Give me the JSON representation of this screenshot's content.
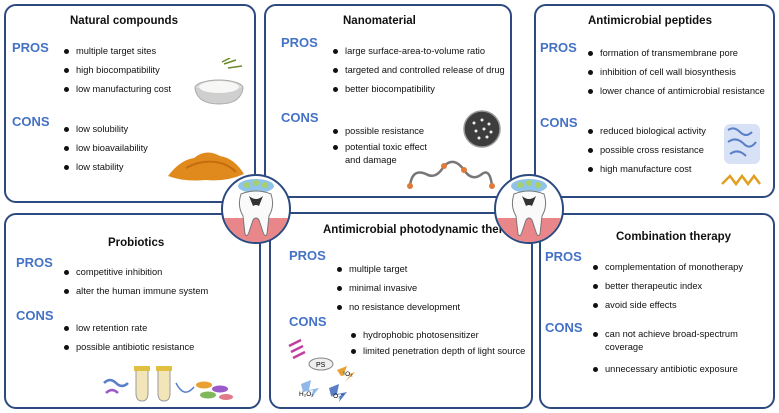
{
  "pros_label": "PROS",
  "cons_label": "CONS",
  "panels": {
    "natural": {
      "title": "Natural compounds",
      "pros": [
        "multiple target sites",
        "high biocompatibility",
        "low manufacturing cost"
      ],
      "cons": [
        "low solubility",
        "low bioavailability",
        "low stability"
      ]
    },
    "nano": {
      "title": "Nanomaterial",
      "pros": [
        "large surface-area-to-volume ratio",
        "targeted and controlled release of drug",
        "better biocompatibility"
      ],
      "cons": [
        "possible resistance",
        "potential toxic effect and damage"
      ]
    },
    "amp": {
      "title": "Antimicrobial peptides",
      "pros": [
        "formation of transmembrane pore",
        "inhibition of cell wall biosynthesis",
        "lower chance of antimicrobial resistance"
      ],
      "cons": [
        "reduced biological activity",
        "possible cross resistance",
        "high manufacture cost"
      ]
    },
    "probiotics": {
      "title": "Probiotics",
      "pros": [
        "competitive inhibition",
        "alter the human immune system"
      ],
      "cons": [
        "low retention rate",
        "possible antibiotic resistance"
      ]
    },
    "apdt": {
      "title": "Antimicrobial photodynamic therapy",
      "pros": [
        "multiple target",
        "minimal invasive",
        "no resistance development"
      ],
      "cons": [
        "hydrophobic photosensitizer",
        "limited penetration depth of light source"
      ]
    },
    "combo": {
      "title": "Combination therapy",
      "pros": [
        "complementation of monotherapy",
        "better therapeutic index",
        "avoid side effects"
      ],
      "cons": [
        "can not achieve broad-spectrum coverage",
        "unnecessary antibiotic exposure"
      ]
    }
  },
  "illustration_text": {
    "ps": "PS",
    "o2_singlet": "¹O₂",
    "h2o2": "H₂O₂",
    "o2_radical": "·O₂⁻"
  },
  "colors": {
    "border": "#2c4a80",
    "label": "#4472c4",
    "gum": "#e8868a",
    "turmeric": "#e08a1e",
    "peptide": "#7f9fd8"
  }
}
